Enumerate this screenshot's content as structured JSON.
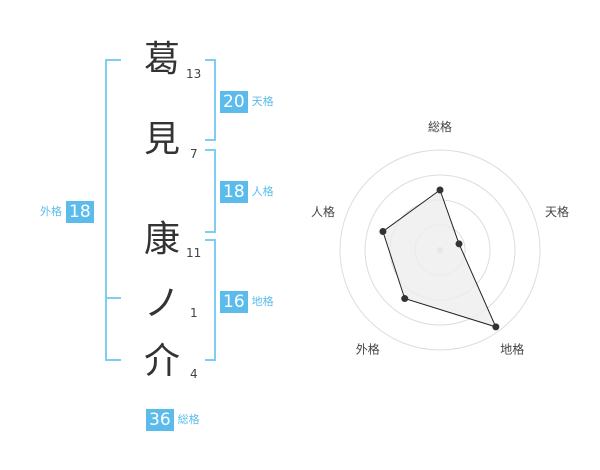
{
  "name_chars": [
    {
      "char": "葛",
      "strokes": "13"
    },
    {
      "char": "見",
      "strokes": "7"
    },
    {
      "char": "康",
      "strokes": "11"
    },
    {
      "char": "ノ",
      "strokes": "1"
    },
    {
      "char": "介",
      "strokes": "4"
    }
  ],
  "kaku": {
    "tenkaku": {
      "value": "20",
      "label": "天格"
    },
    "jinkaku": {
      "value": "18",
      "label": "人格"
    },
    "chikaku": {
      "value": "16",
      "label": "地格"
    },
    "gaikaku": {
      "value": "18",
      "label": "外格"
    },
    "soukaku": {
      "value": "36",
      "label": "総格"
    }
  },
  "colors": {
    "accent": "#5bbcec",
    "bracket": "#7ecdf2",
    "text": "#333333",
    "radar_fill": "#eeeeee",
    "radar_ring": "#dddddd"
  },
  "chart_data": {
    "type": "radar",
    "axes": [
      "総格",
      "天格",
      "地格",
      "外格",
      "人格"
    ],
    "values": [
      0.6,
      0.2,
      0.95,
      0.6,
      0.6
    ],
    "max": 1,
    "rings": 4
  }
}
